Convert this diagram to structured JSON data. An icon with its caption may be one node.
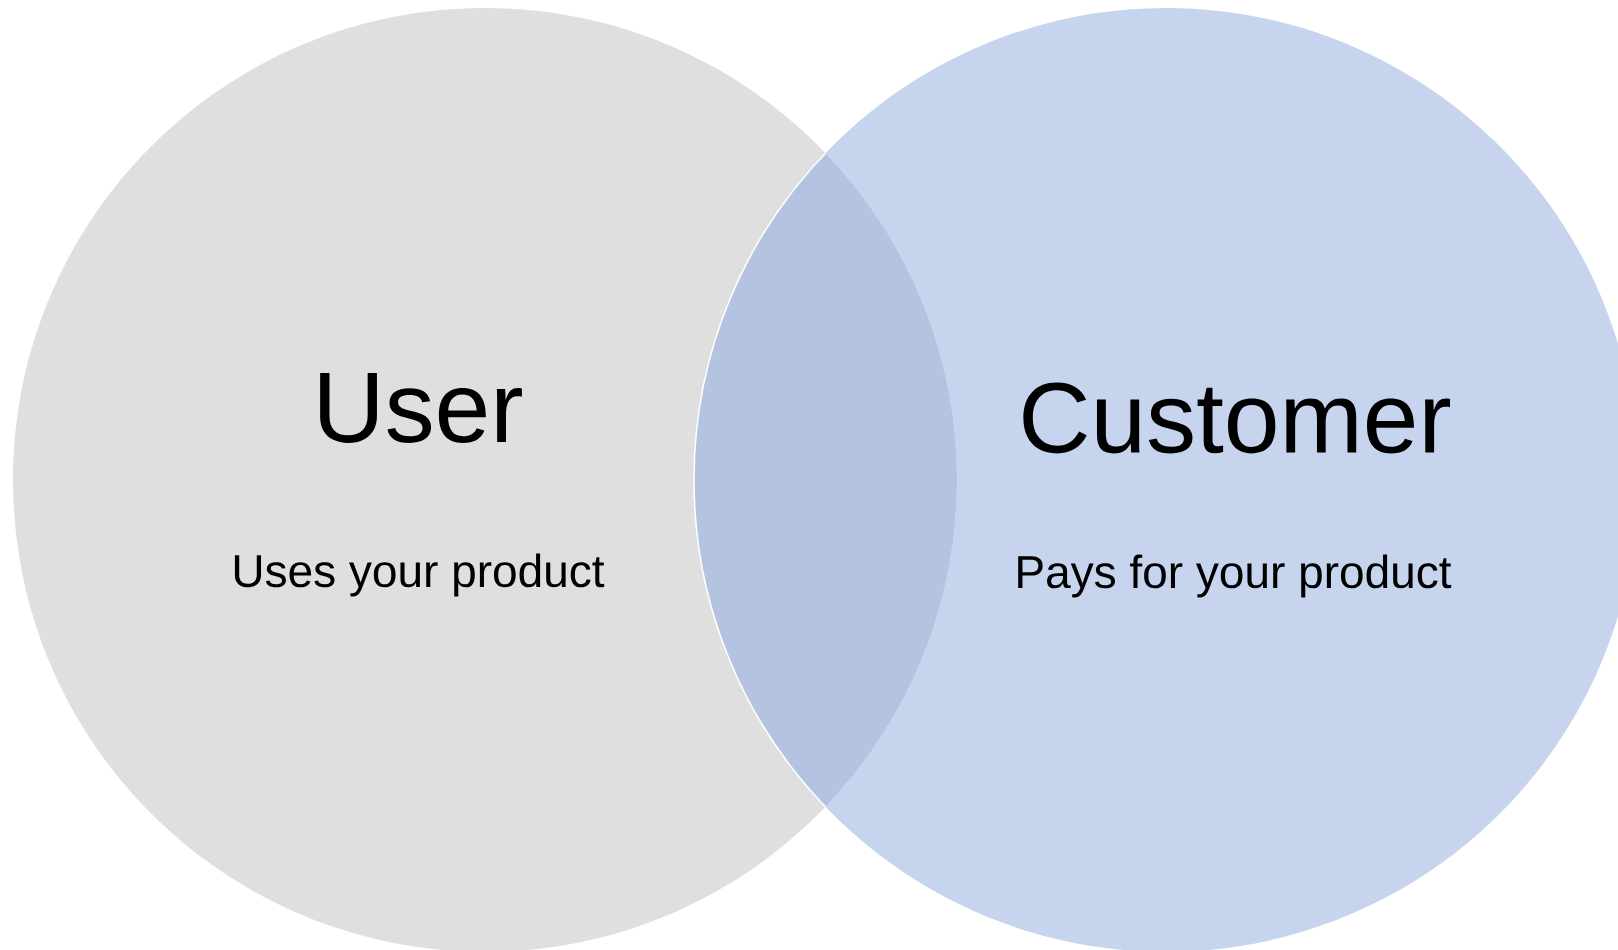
{
  "diagram": {
    "nodes": [
      {
        "text": [
          "User",
          "Uses your product"
        ]
      },
      {
        "text": [
          "Customer",
          "Pays for your product"
        ]
      }
    ]
  }
}
